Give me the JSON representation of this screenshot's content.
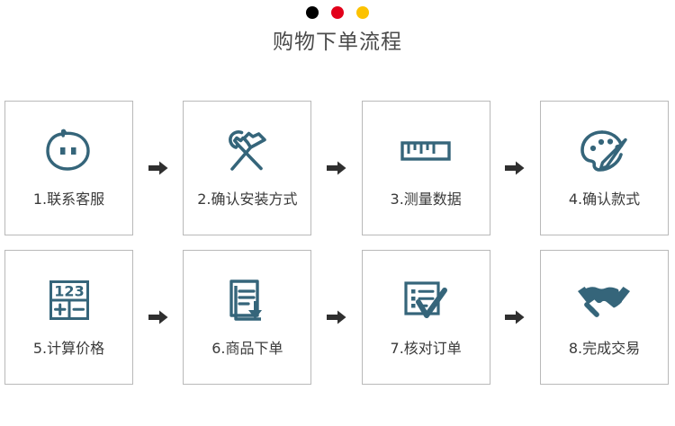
{
  "header": {
    "title": "购物下单流程",
    "dots": [
      {
        "name": "dot-black",
        "color": "#000000"
      },
      {
        "name": "dot-red",
        "color": "#e2001a"
      },
      {
        "name": "dot-yellow",
        "color": "#fcc200"
      }
    ]
  },
  "theme": {
    "icon_color": "#35657a",
    "card_border": "#b9b9b9",
    "arrow_color": "#2f2f2f",
    "text_color": "#3a3a3a",
    "title_color": "#4b4b4b",
    "background": "#ffffff"
  },
  "flow": {
    "arrow_icon": "arrow-right-icon",
    "rows": [
      {
        "steps": [
          {
            "index": "1",
            "label": "1.联系客服",
            "icon": "chat-face-icon"
          },
          {
            "index": "2",
            "label": "2.确认安装方式",
            "icon": "wrench-hammer-icon"
          },
          {
            "index": "3",
            "label": "3.测量数据",
            "icon": "ruler-icon"
          },
          {
            "index": "4",
            "label": "4.确认款式",
            "icon": "palette-icon"
          }
        ]
      },
      {
        "steps": [
          {
            "index": "5",
            "label": "5.计算价格",
            "icon": "calculator-icon"
          },
          {
            "index": "6",
            "label": "6.商品下单",
            "icon": "document-download-icon"
          },
          {
            "index": "7",
            "label": "7.核对订单",
            "icon": "checklist-check-icon"
          },
          {
            "index": "8",
            "label": "8.完成交易",
            "icon": "handshake-icon"
          }
        ]
      }
    ]
  }
}
